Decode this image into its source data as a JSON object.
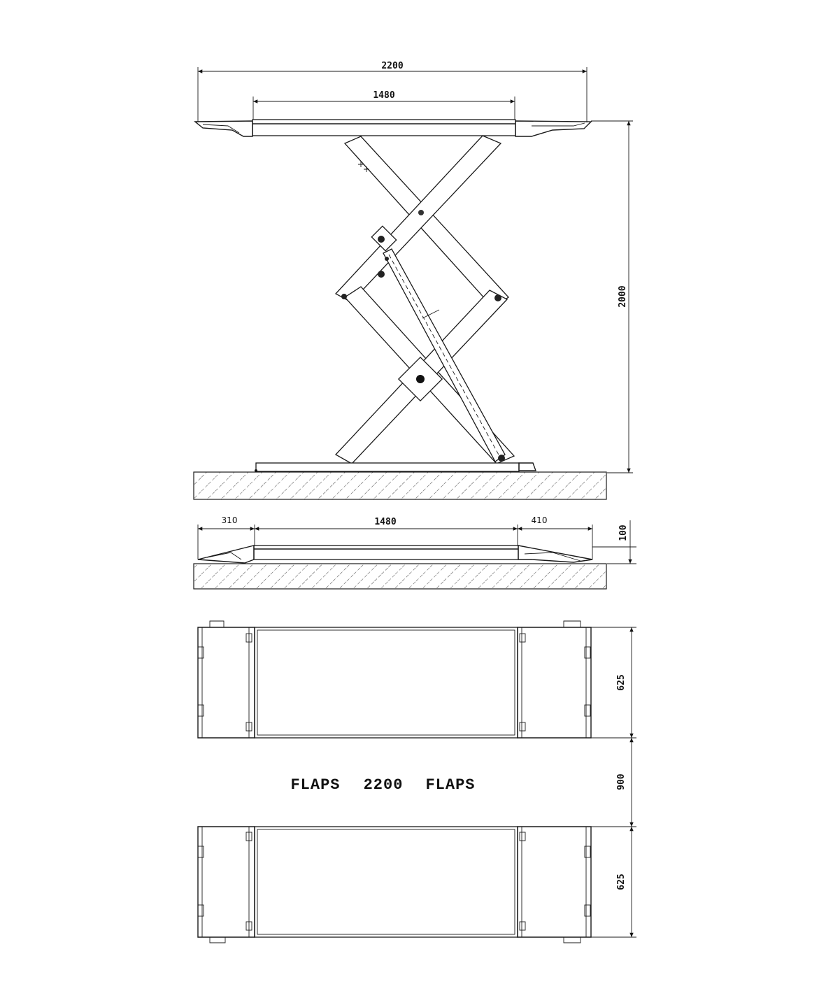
{
  "front_view": {
    "overall_width": "2200",
    "platform_width": "1480",
    "lift_height": "2000"
  },
  "lowered_view": {
    "left_ramp": "310",
    "platform_width": "1480",
    "right_ramp": "410",
    "lowered_height": "100"
  },
  "plan_view": {
    "platform_width_top": "625",
    "gap_between": "900",
    "platform_width_bottom": "625",
    "caption_left": "FLAPS",
    "caption_center": "2200",
    "caption_right": "FLAPS"
  }
}
